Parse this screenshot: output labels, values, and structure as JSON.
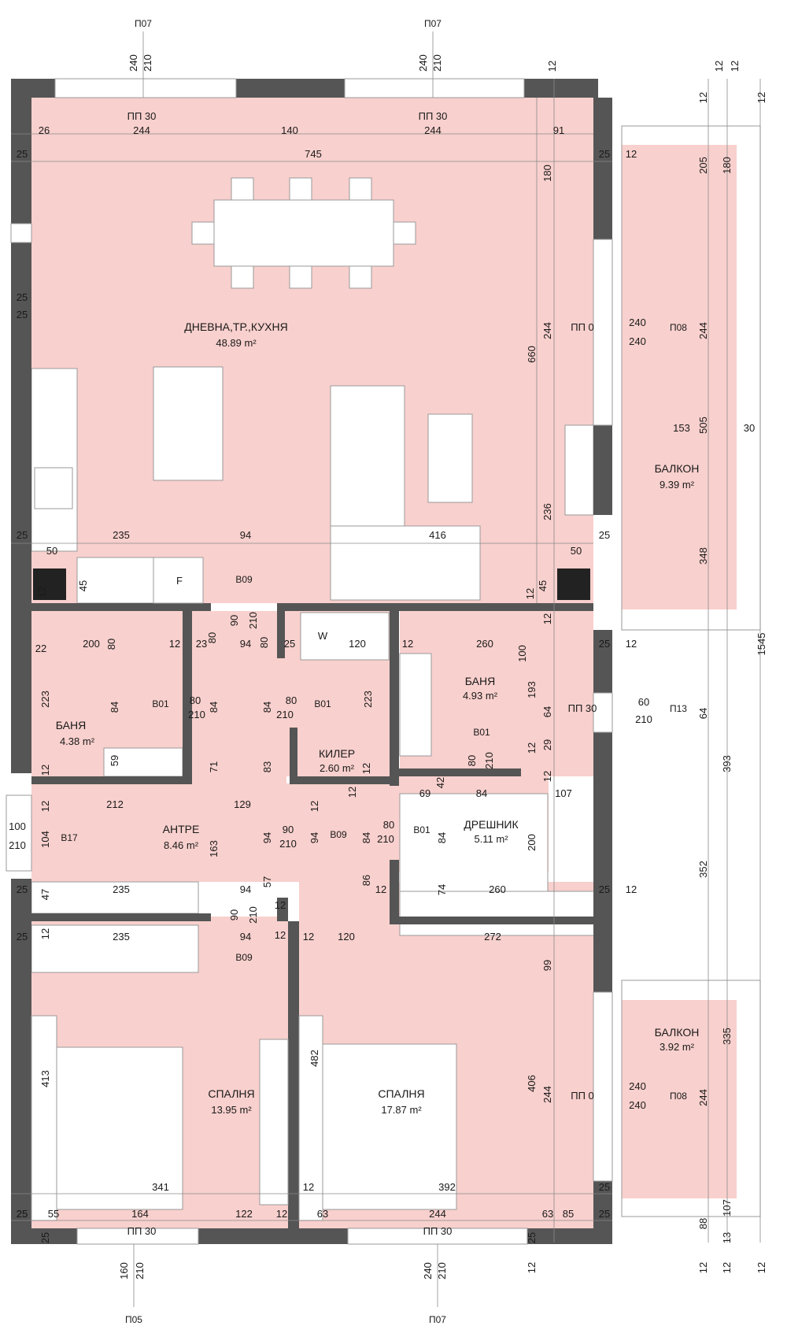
{
  "colors": {
    "room_fill": "#f8d0cd",
    "wall": "#555555",
    "balcony_fill": "#f8d0cd",
    "line": "#8a8a8a"
  },
  "rooms": {
    "living": {
      "name": "ДНЕВНА,ТР.,КУХНЯ",
      "area": "48.89 m²"
    },
    "balcony_top": {
      "name": "БАЛКОН",
      "area": "9.39 m²"
    },
    "bath_left": {
      "name": "БАНЯ",
      "area": "4.38 m²"
    },
    "bath_right": {
      "name": "БАНЯ",
      "area": "4.93 m²"
    },
    "storage": {
      "name": "КИЛЕР",
      "area": "2.60 m²"
    },
    "hall": {
      "name": "АНТРЕ",
      "area": "8.46 m²"
    },
    "closet": {
      "name": "ДРЕШНИК",
      "area": "5.11 m²"
    },
    "bedroom_left": {
      "name": "СПАЛНЯ",
      "area": "13.95 m²"
    },
    "bedroom_right": {
      "name": "СПАЛНЯ",
      "area": "17.87 m²"
    },
    "balcony_bottom": {
      "name": "БАЛКОН",
      "area": "3.92 m²"
    }
  },
  "window_tags": {
    "top_left": "П07",
    "top_right": "П07",
    "right_upper": "П08",
    "right_small": "П13",
    "right_lower": "П08",
    "bottom_left": "П05",
    "bottom_right": "П07",
    "entry": "B17"
  },
  "door_tags": {
    "kitchen_door": "B09",
    "bath_left_door": "B01",
    "storage_door": "B01",
    "bath_right_door": "B01",
    "hall_door": "B09",
    "closet_door": "B01",
    "bedroom_door": "B09"
  },
  "sill_labels": {
    "top_left": "ПП 30",
    "top_right": "ПП 30",
    "right_upper": "ПП 0",
    "right_small": "ПП 30",
    "right_lower": "ПП 0",
    "bottom_left": "ПП 30",
    "bottom_right": "ПП 30"
  },
  "fixtures": {
    "fridge": "F",
    "washer": "W"
  },
  "dimensions": {
    "top_win_left": [
      "240",
      "210"
    ],
    "top_win_right": [
      "240",
      "210"
    ],
    "row1": [
      "26",
      "244",
      "140",
      "244",
      "91"
    ],
    "row2": [
      "25",
      "745",
      "25",
      "12"
    ],
    "right_edge": [
      "12",
      "12",
      "12",
      "12",
      "12"
    ],
    "living_v": [
      "25",
      "25",
      "660",
      "180",
      "244",
      "236"
    ],
    "right_win1": [
      "240",
      "240"
    ],
    "balc_top": [
      "205",
      "180",
      "244",
      "505",
      "30",
      "153",
      "348",
      "25"
    ],
    "kitchen": [
      "25",
      "235",
      "94",
      "416",
      "50",
      "50",
      "45",
      "45",
      "12",
      "12"
    ],
    "mid": [
      "22",
      "200",
      "80",
      "12",
      "23",
      "80",
      "94",
      "80",
      "25",
      "120",
      "12",
      "260",
      "100",
      "25",
      "12"
    ],
    "bath_l": [
      "223",
      "84",
      "59",
      "12",
      "80",
      "210",
      "84"
    ],
    "center": [
      "90",
      "210",
      "80",
      "210",
      "84",
      "223",
      "71",
      "83",
      "12"
    ],
    "bath_r": [
      "193",
      "64",
      "29",
      "12",
      "12",
      "60",
      "210",
      "64",
      "80",
      "210",
      "42",
      "69",
      "84",
      "107",
      "12"
    ],
    "hall": [
      "12",
      "212",
      "129",
      "12",
      "12",
      "100",
      "210",
      "104",
      "163",
      "94",
      "90",
      "210",
      "94",
      "84",
      "80",
      "210",
      "84",
      "200"
    ],
    "lower": [
      "25",
      "47",
      "235",
      "94",
      "57",
      "12",
      "86",
      "12",
      "74",
      "260",
      "25",
      "12",
      "352",
      "393",
      "1545"
    ],
    "lower2": [
      "25",
      "12",
      "235",
      "90",
      "210",
      "12",
      "94",
      "12",
      "120",
      "272",
      "99"
    ],
    "bedroom": [
      "413",
      "482",
      "406",
      "244",
      "240",
      "240",
      "335",
      "244"
    ],
    "bottom1": [
      "341",
      "12",
      "392",
      "25",
      "25"
    ],
    "bottom2": [
      "25",
      "55",
      "164",
      "122",
      "12",
      "63",
      "244",
      "63",
      "85",
      "25",
      "88",
      "107",
      "13"
    ],
    "bottom3": [
      "25",
      "25",
      "12",
      "12",
      "12",
      "12"
    ],
    "bottom_win": [
      "160",
      "210",
      "240",
      "210"
    ]
  }
}
